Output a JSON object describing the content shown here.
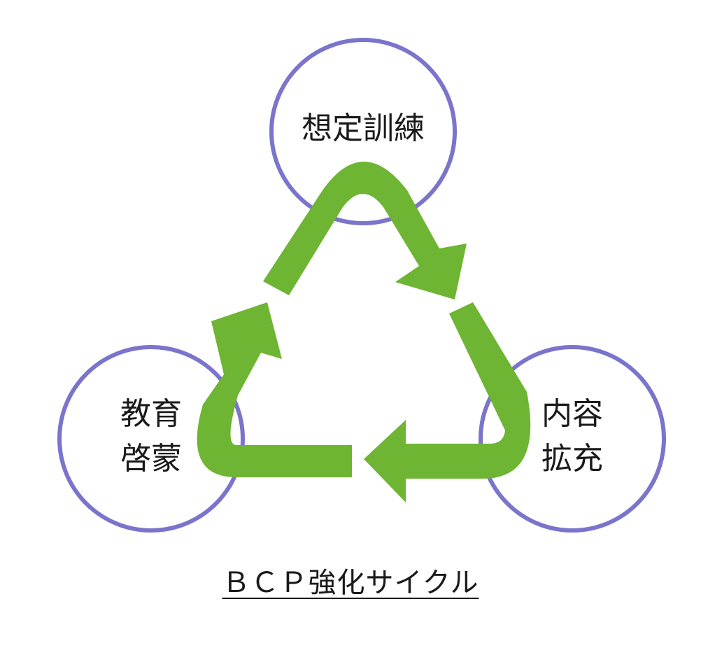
{
  "nodes": {
    "top": {
      "label": "想定訓練"
    },
    "left": {
      "line1": "教育",
      "line2": "啓蒙"
    },
    "right": {
      "line1": "内容",
      "line2": "拡充"
    }
  },
  "caption": "ＢＣＰ強化サイクル",
  "colors": {
    "circle_stroke": "#7b74cc",
    "arrow_fill": "#6db532",
    "text": "#1a1a1a"
  },
  "icons": [
    "cycle-arrow-icon"
  ]
}
